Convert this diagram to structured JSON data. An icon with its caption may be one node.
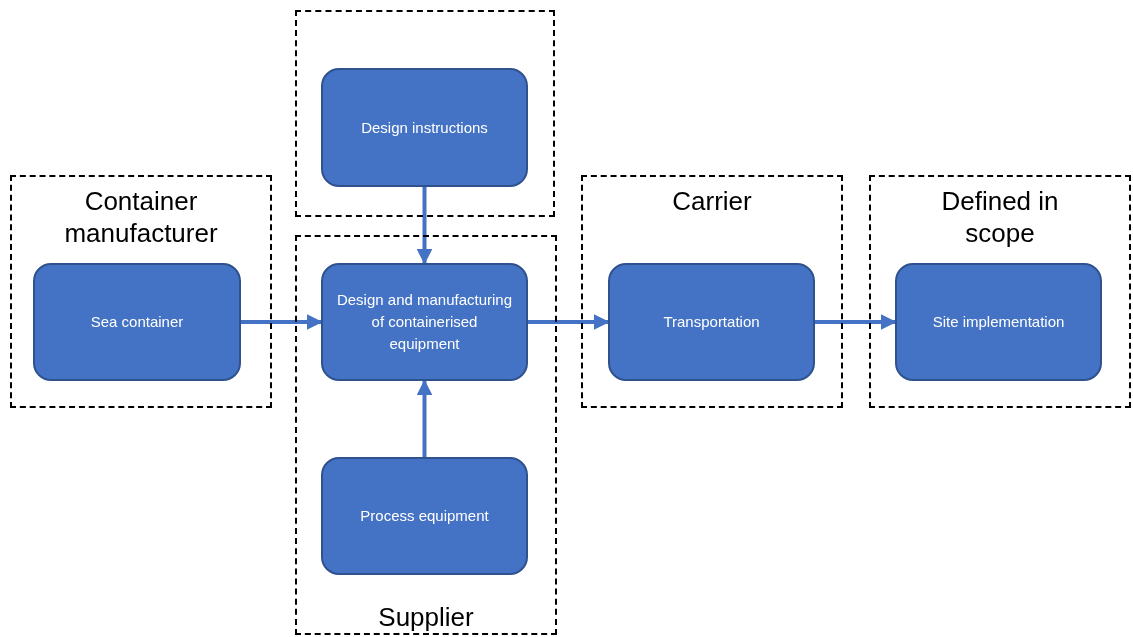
{
  "diagram": {
    "nodes": [
      {
        "text": [
          "Container manufacturer"
        ]
      },
      {
        "text": [
          "Sea container"
        ],
        "in": 0
      },
      {
        "text": [],
        "shape": "box"
      },
      {
        "text": [
          "Design instructions"
        ],
        "in": 2
      },
      {
        "text": [
          "Supplier"
        ]
      },
      {
        "text": [
          "Design and manufacturing of containerised equipment"
        ],
        "in": 4
      },
      {
        "text": [
          "Process equipment"
        ],
        "in": 4
      },
      {
        "text": [
          "Carrier"
        ]
      },
      {
        "text": [
          "Transportation"
        ],
        "in": 7
      },
      {
        "text": [
          "Defined in scope"
        ]
      },
      {
        "text": [
          "Site implementation"
        ],
        "in": 9
      }
    ],
    "edges": [
      {
        "from": 1,
        "to": 5,
        "arrow": "to"
      },
      {
        "from": 3,
        "to": 5,
        "arrow": "to"
      },
      {
        "from": 6,
        "to": 5,
        "arrow": "to"
      },
      {
        "from": 5,
        "to": 8,
        "arrow": "to"
      },
      {
        "from": 8,
        "to": 10,
        "arrow": "to"
      }
    ]
  }
}
